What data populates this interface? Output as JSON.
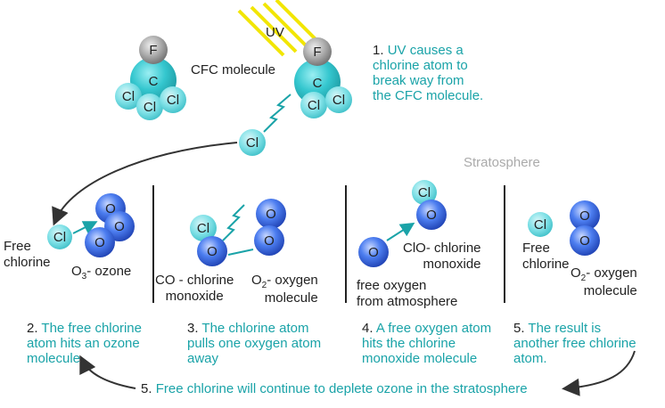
{
  "colors": {
    "teal_text": "#1aa3a8",
    "chlorine": "#7ee0e6",
    "carbon": "#35c7cf",
    "oxygen": "#3b6fe0",
    "fluorine": "#9a9a9a",
    "uv": "#f2e600",
    "divider": "#222222",
    "arrow": "#333333"
  },
  "atoms": {
    "F": "F",
    "C": "C",
    "Cl": "Cl",
    "O": "O"
  },
  "top": {
    "uv_label": "UV",
    "cfc_label": "CFC molecule",
    "step1_num": "1.",
    "step1_lines": [
      "UV causes a",
      "chlorine atom to",
      "break way from",
      "the CFC molecule."
    ],
    "stratosphere": "Stratosphere"
  },
  "panel1": {
    "free_chlorine": [
      "Free",
      "chlorine"
    ],
    "ozone_prefix": "O",
    "ozone_sub": "3",
    "ozone_suffix": "- ozone"
  },
  "panel2": {
    "co_label": [
      "CO - chlorine",
      "monoxide"
    ],
    "o2_prefix": "O",
    "o2_sub": "2",
    "o2_suffix": "- oxygen",
    "o2_line2": "molecule"
  },
  "panel3": {
    "clo_label": [
      "ClO- chlorine",
      "monoxide"
    ],
    "free_oxygen": [
      "free oxygen",
      "from atmosphere"
    ]
  },
  "panel4": {
    "free_chlorine": [
      "Free",
      "chlorine"
    ],
    "o2_prefix": "O",
    "o2_sub": "2",
    "o2_suffix": "- oxygen",
    "o2_line2": "molecule"
  },
  "steps": {
    "s2_num": "2.",
    "s2_lines": [
      "The free chlorine",
      "atom hits an ozone",
      "molecule"
    ],
    "s3_num": "3.",
    "s3_lines": [
      "The chlorine atom",
      "pulls one oxygen atom",
      "away"
    ],
    "s4_num": "4.",
    "s4_lines": [
      "A free oxygen atom",
      "hits the chlorine",
      "monoxide molecule"
    ],
    "s5_num": "5.",
    "s5_lines": [
      "The result is",
      "another free chlorine",
      "atom."
    ],
    "final_num": "5.",
    "final_text": "Free chlorine will continue to deplete ozone in the stratosphere"
  }
}
